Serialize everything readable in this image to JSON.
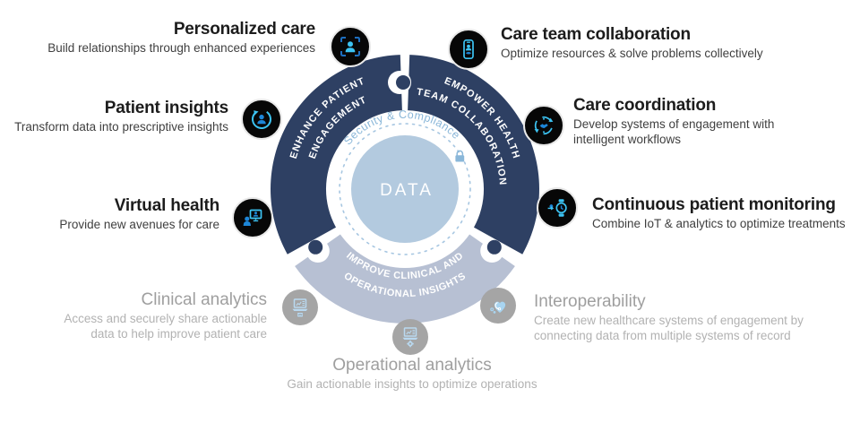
{
  "diagram": {
    "center_label": "DATA",
    "ring_label": "Security & Compliance",
    "segments": [
      {
        "name": "Enhance Patient Engagement",
        "line1": "ENHANCE PATIENT",
        "line2": "ENGAGEMENT",
        "color": "#2e4063"
      },
      {
        "name": "Empower Health Team Collaboration",
        "line1": "EMPOWER HEALTH",
        "line2": "TEAM COLLABORATION",
        "color": "#2e4063"
      },
      {
        "name": "Improve Clinical and Operational Insights",
        "line1": "IMPROVE CLINICAL AND",
        "line2": "OPERATIONAL INSIGHTS",
        "color": "#b7c0d3"
      }
    ],
    "items": [
      {
        "id": "personalized-care",
        "title": "Personalized care",
        "description": "Build relationships through enhanced experiences",
        "state": "active",
        "icon": "person-focus-icon"
      },
      {
        "id": "patient-insights",
        "title": "Patient insights",
        "description": "Transform data into prescriptive insights",
        "state": "active",
        "icon": "person-refresh-icon"
      },
      {
        "id": "virtual-health",
        "title": "Virtual health",
        "description": "Provide new avenues for care",
        "state": "active",
        "icon": "telehealth-monitor-icon"
      },
      {
        "id": "care-team-collaboration",
        "title": "Care team collaboration",
        "description": "Optimize resources & solve problems collectively",
        "state": "active",
        "icon": "phone-team-icon"
      },
      {
        "id": "care-coordination",
        "title": "Care coordination",
        "description": "Develop systems of engagement with intelligent workflows",
        "state": "active",
        "icon": "cycle-handshake-icon"
      },
      {
        "id": "continuous-patient-monitoring",
        "title": "Continuous patient monitoring",
        "description": "Combine IoT & analytics to optimize treatments",
        "state": "active",
        "icon": "smartwatch-icon"
      },
      {
        "id": "clinical-analytics",
        "title": "Clinical analytics",
        "description": "Access and securely share actionable data to help improve patient care",
        "state": "inactive",
        "icon": "laptop-chart-icon"
      },
      {
        "id": "operational-analytics",
        "title": "Operational analytics",
        "description": "Gain actionable insights to optimize operations",
        "state": "inactive",
        "icon": "laptop-gear-icon"
      },
      {
        "id": "interoperability",
        "title": "Interoperability",
        "description": "Create new healthcare systems of engagement by connecting data from multiple systems of record",
        "state": "inactive",
        "icon": "heart-stethoscope-icon"
      }
    ]
  },
  "colors": {
    "segment_navy": "#2e4063",
    "segment_gray": "#b7c0d3",
    "center_circle": "#b3cadf",
    "ring_text_blue": "#8ab7d9",
    "icon_cyan": "#3cc3f2",
    "icon_blue": "#1d86d8",
    "icon_lightblue": "#b9d9f0",
    "icon_dark_bg": "#070707",
    "icon_gray_bg": "#a5a5a5"
  }
}
